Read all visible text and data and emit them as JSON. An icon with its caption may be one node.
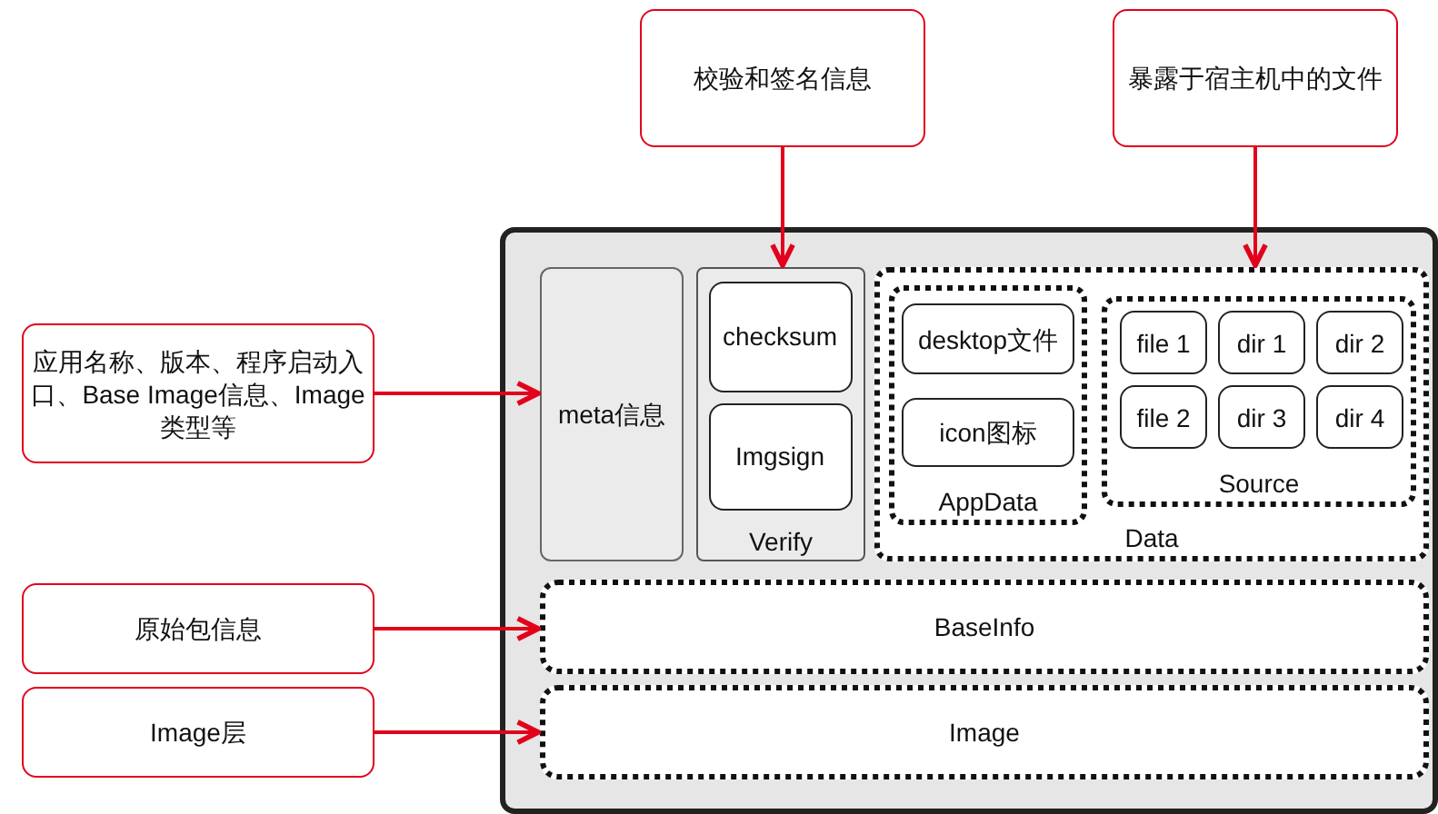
{
  "diagram": {
    "nodes": [
      {
        "text": [],
        "shape": "box"
      },
      {
        "text": [
          "meta信息"
        ],
        "in": 0
      },
      {
        "text": [
          "Verify"
        ],
        "in": 0
      },
      {
        "text": [
          "checksum"
        ],
        "in": 2
      },
      {
        "text": [
          "Imgsign"
        ],
        "in": 2
      },
      {
        "text": [
          "Data"
        ],
        "in": 0
      },
      {
        "text": [
          "AppData"
        ],
        "in": 5
      },
      {
        "text": [
          "desktop文件"
        ],
        "in": 6
      },
      {
        "text": [
          "icon图标"
        ],
        "in": 6
      },
      {
        "text": [
          "Source"
        ],
        "in": 5
      },
      {
        "text": [
          "file 1"
        ],
        "in": 9
      },
      {
        "text": [
          "dir 1"
        ],
        "in": 9
      },
      {
        "text": [
          "dir 2"
        ],
        "in": 9
      },
      {
        "text": [
          "file 2"
        ],
        "in": 9
      },
      {
        "text": [
          "dir 3"
        ],
        "in": 9
      },
      {
        "text": [
          "dir 4"
        ],
        "in": 9
      },
      {
        "text": [
          "BaseInfo"
        ],
        "in": 0
      },
      {
        "text": [
          "Image"
        ],
        "in": 0
      },
      {
        "text": [
          "校验和签名信息"
        ]
      },
      {
        "text": [
          "暴露于宿主机中的文件"
        ]
      },
      {
        "text": [
          "应用名称、版本、程序启动入口、Base Image信息、Image类型等"
        ]
      },
      {
        "text": [
          "原始包信息"
        ]
      },
      {
        "text": [
          "Image层"
        ]
      }
    ],
    "edges": [
      {
        "from": 18,
        "to": 2,
        "arrow": "to"
      },
      {
        "from": 19,
        "to": 5,
        "arrow": "to"
      },
      {
        "from": 20,
        "to": 1,
        "arrow": "to"
      },
      {
        "from": 21,
        "to": 16,
        "arrow": "to"
      },
      {
        "from": 22,
        "to": 17,
        "arrow": "to"
      }
    ]
  }
}
